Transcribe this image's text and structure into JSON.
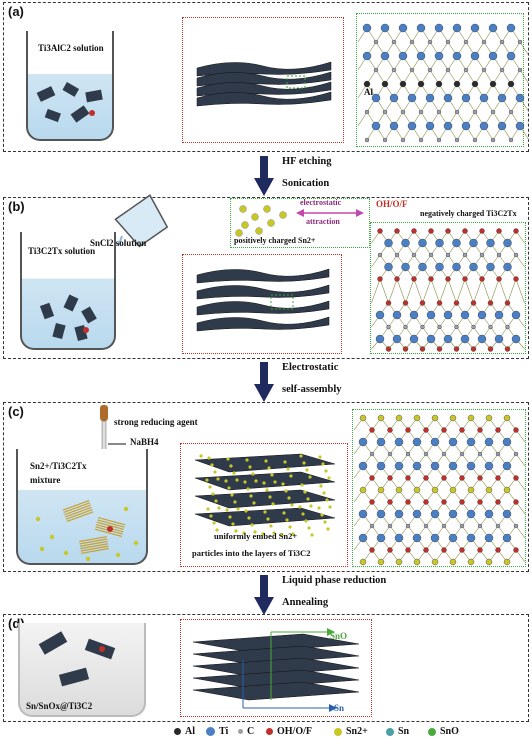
{
  "panels": [
    {
      "label": "(a)",
      "beaker_title": "Ti3AlC2 solution",
      "al_label": "Al"
    },
    {
      "label": "(b)",
      "beaker_title": "Ti3C2Tx solution",
      "sncl_label": "SnCl2 solution",
      "sn_pos_label": "positively charged Sn2+",
      "electrostatic_1": "electrostatic",
      "electrostatic_2": "attraction",
      "ohof_label": "OH/O/F",
      "neg_label": "negatively charged Ti3C2Tx"
    },
    {
      "label": "(c)",
      "reducing_label": "strong reducing agent",
      "nabh_label": "NaBH4",
      "beaker_title_1": "Sn2+/Ti3C2Tx",
      "beaker_title_2": "mixture",
      "embed_1": "uniformly embed Sn2+",
      "embed_2": "particles into the layers of Ti3C2"
    },
    {
      "label": "(d)",
      "beaker_title": "Sn/SnOx@Ti3C2",
      "sno_label": "SnO",
      "sn_label": "Sn"
    }
  ],
  "steps": [
    {
      "line1": "HF etching",
      "line2": "Sonication"
    },
    {
      "line1": "Electrostatic",
      "line2": "self-assembly"
    },
    {
      "line1": "Liquid phase reduction",
      "line2": "Annealing"
    }
  ],
  "legend": [
    {
      "name": "Al",
      "color": "#2a2a2a"
    },
    {
      "name": "Ti",
      "color": "#4a7fc4"
    },
    {
      "name": "C",
      "color": "#9aa0a6"
    },
    {
      "name": "OH/O/F",
      "color": "#c0302a"
    },
    {
      "name": "Sn2+",
      "color": "#c8c72a"
    },
    {
      "name": "Sn",
      "color": "#4aa0a6"
    },
    {
      "name": "SnO",
      "color": "#4caa3c"
    }
  ],
  "colors": {
    "panel_red": "#c0302a",
    "panel_green": "#3aa83a",
    "arrow": "#1f2a5e",
    "sheet": "#2f3a4a"
  }
}
